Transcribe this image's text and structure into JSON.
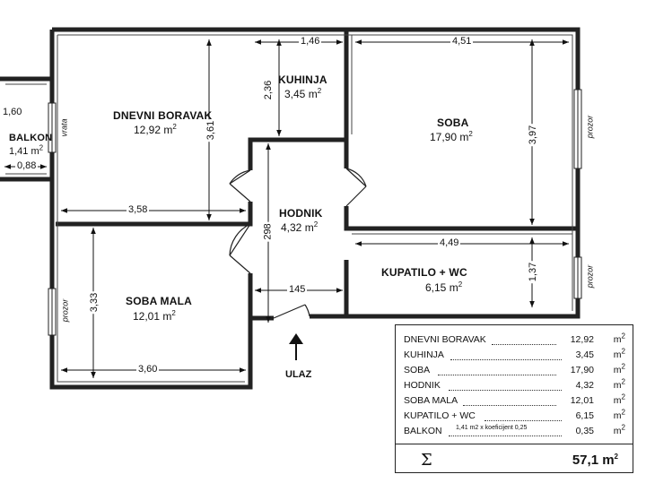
{
  "rooms": {
    "balkon": {
      "name": "BALKON",
      "area": "1,41 m",
      "dim_h": "1,60",
      "dim_w": "0,88"
    },
    "dnevni_boravak": {
      "name": "DNEVNI BORAVAK",
      "area": "12,92 m",
      "dim_h": "3,61",
      "dim_w": "3,58",
      "door_label": "vrata"
    },
    "kuhinja": {
      "name": "KUHINJA",
      "area": "3,45 m",
      "dim_w": "1,46",
      "dim_h": "2,36"
    },
    "soba": {
      "name": "SOBA",
      "area": "17,90 m",
      "dim_w": "4,51",
      "dim_h": "3,97",
      "window_label": "prozor"
    },
    "hodnik": {
      "name": "HODNIK",
      "area": "4,32 m",
      "dim_h": "298",
      "dim_w": "145"
    },
    "kupatilo": {
      "name": "KUPATILO + WC",
      "area": "6,15 m",
      "dim_w": "4,49",
      "dim_h": "1,37",
      "window_label": "prozor"
    },
    "soba_mala": {
      "name": "SOBA MALA",
      "area": "12,01 m",
      "dim_h": "3,33",
      "dim_w": "3,60",
      "window_label": "prozor"
    }
  },
  "area_exponent": "2",
  "entrance_label": "ULAZ",
  "legend": {
    "rows": [
      {
        "name": "DNEVNI BORAVAK",
        "value": "12,92",
        "unit": "m"
      },
      {
        "name": "KUHINJA",
        "value": "3,45",
        "unit": "m"
      },
      {
        "name": "SOBA",
        "value": "17,90",
        "unit": "m"
      },
      {
        "name": "HODNIK",
        "value": "4,32",
        "unit": "m"
      },
      {
        "name": "SOBA MALA",
        "value": "12,01",
        "unit": "m"
      },
      {
        "name": "KUPATILO + WC",
        "value": "6,15",
        "unit": "m"
      },
      {
        "name": "BALKON",
        "value": "0,35",
        "unit": "m",
        "note": "1,41 m2 x koeficijent 0,25"
      }
    ],
    "sum_symbol": "Σ",
    "total": "57,1 m"
  }
}
